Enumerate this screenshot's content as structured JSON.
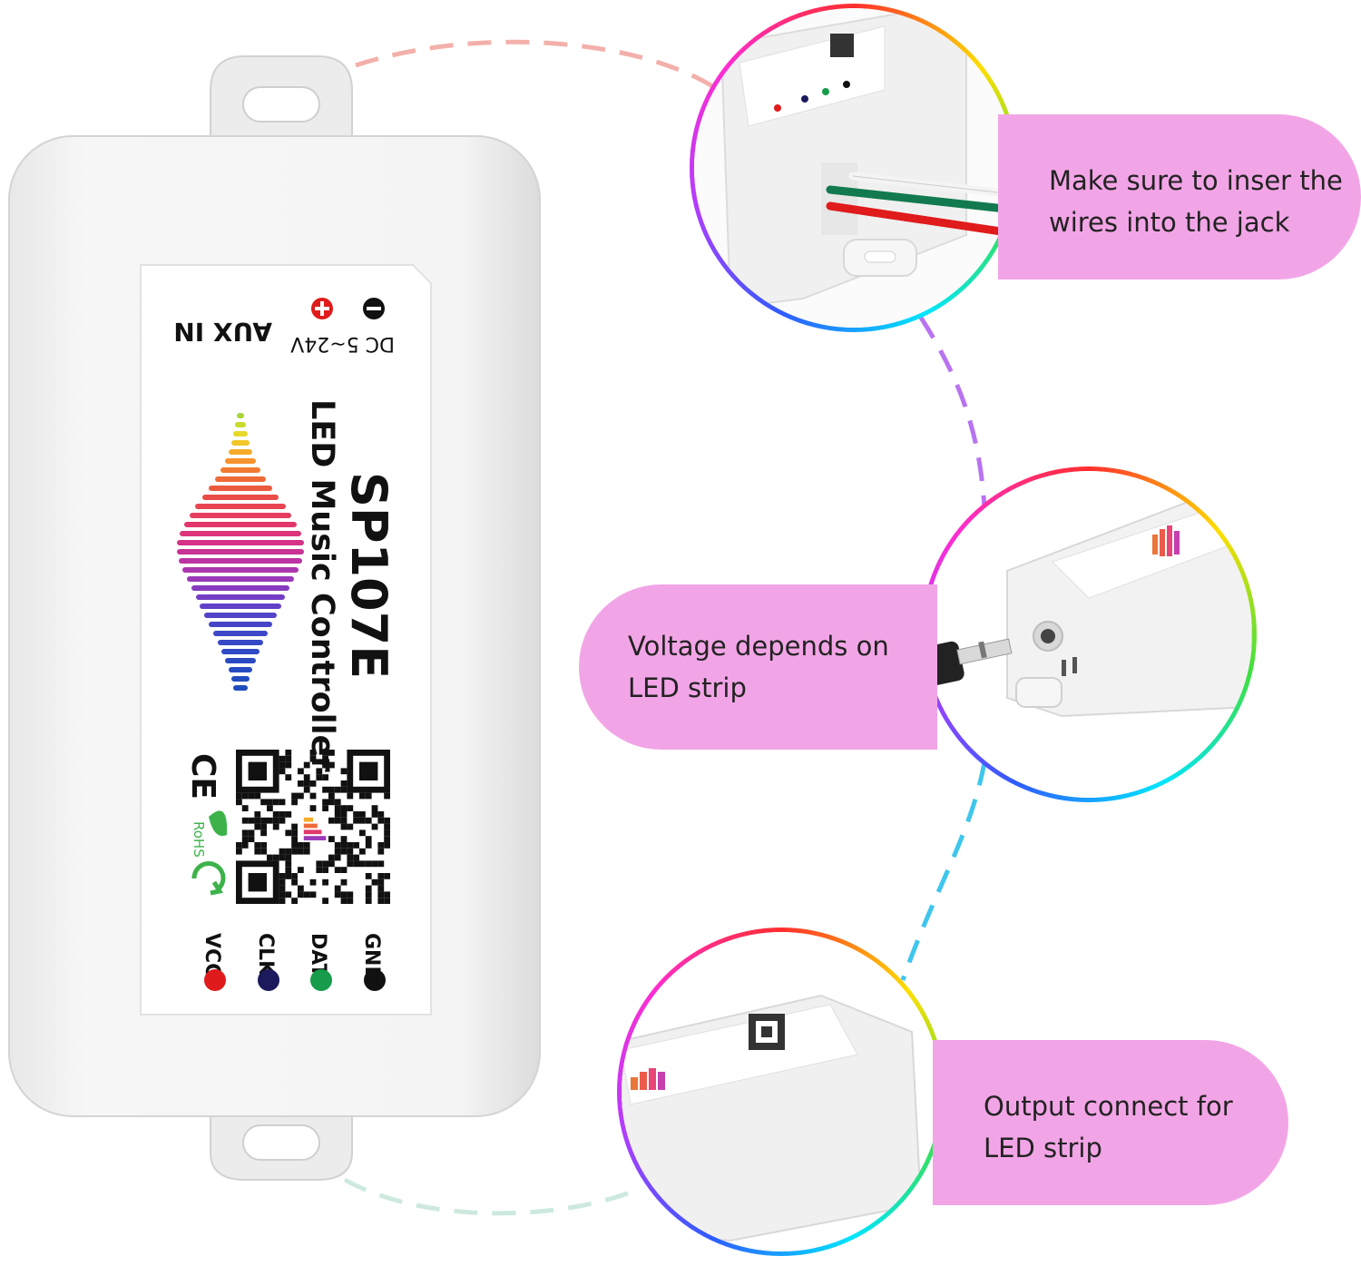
{
  "product": {
    "model": "SP107E",
    "subtitle": "LED Music Controller",
    "aux_label": "AUX IN",
    "voltage_label": "DC 5~24V",
    "pins": [
      "VCC",
      "CLK",
      "DAT",
      "GND"
    ],
    "cert_ce": "CE",
    "cert_rohs": "RoHS"
  },
  "callouts": {
    "top": {
      "line1": "Make sure to inser the",
      "line2": "wires into the jack"
    },
    "middle": {
      "line1": "Voltage  depends on",
      "line2": "LED strip"
    },
    "bottom": {
      "line1": "Output connect for",
      "line2": "LED strip"
    }
  },
  "colors": {
    "bubble": "#f2a5e6",
    "pin_vcc": "#e01b1b",
    "pin_clk": "#1c1a5c",
    "pin_dat": "#169c4a",
    "pin_gnd": "#111111"
  }
}
